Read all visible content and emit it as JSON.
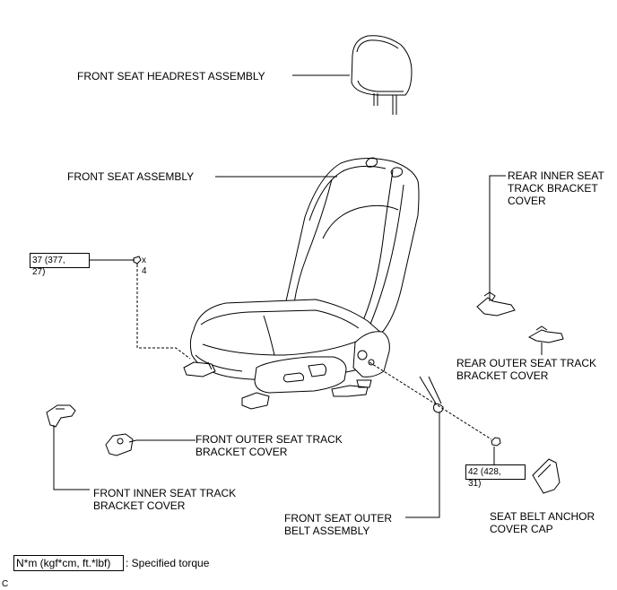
{
  "labels": {
    "headrest": "FRONT SEAT HEADREST ASSEMBLY",
    "seat": "FRONT SEAT ASSEMBLY",
    "rear_inner": [
      "REAR INNER SEAT",
      "TRACK BRACKET",
      "COVER"
    ],
    "rear_outer": [
      "REAR OUTER SEAT TRACK",
      "BRACKET COVER"
    ],
    "front_outer": [
      "FRONT OUTER SEAT TRACK",
      "BRACKET COVER"
    ],
    "front_inner": [
      "FRONT INNER SEAT TRACK",
      "BRACKET COVER"
    ],
    "belt": [
      "FRONT SEAT OUTER",
      "BELT ASSEMBLY"
    ],
    "anchor_cap": [
      "SEAT BELT ANCHOR",
      "COVER CAP"
    ]
  },
  "torques": {
    "bolt": {
      "line1": "37 (377,",
      "line2": "27)",
      "qty_x": "x",
      "qty_n": "4"
    },
    "anchor_nut": {
      "line1": "42 (428,",
      "line2": "31)"
    }
  },
  "legend": {
    "unit": "N*m (kgf*cm, ft.*lbf)",
    "text": ": Specified torque"
  },
  "corner_mark": "C"
}
